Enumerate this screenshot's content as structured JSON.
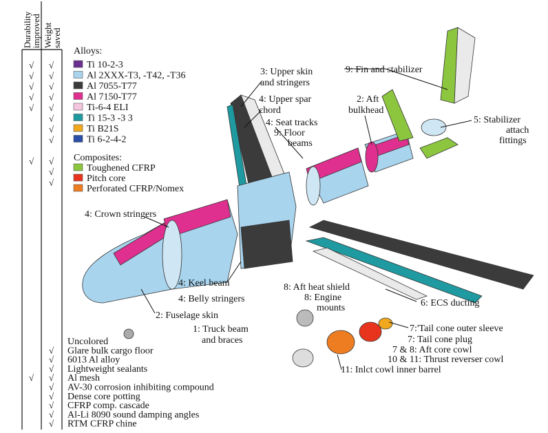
{
  "table": {
    "col1_header_line1": "Durability",
    "col1_header_line2": "improved",
    "col2_header_line1": "Weight",
    "col2_header_line2": "saved",
    "check": "√",
    "rows_top": [
      {
        "d": true,
        "w": true
      },
      {
        "d": true,
        "w": true
      },
      {
        "d": true,
        "w": true
      },
      {
        "d": true,
        "w": true
      },
      {
        "d": true,
        "w": true
      },
      {
        "d": false,
        "w": true
      },
      {
        "d": false,
        "w": true
      },
      {
        "d": false,
        "w": true
      },
      {
        "d": false,
        "w": false
      },
      {
        "d": true,
        "w": true
      },
      {
        "d": false,
        "w": true
      },
      {
        "d": false,
        "w": true
      }
    ],
    "rows_bottom": [
      {
        "d": false,
        "w": false
      },
      {
        "d": false,
        "w": true
      },
      {
        "d": false,
        "w": true
      },
      {
        "d": false,
        "w": true
      },
      {
        "d": true,
        "w": true
      },
      {
        "d": false,
        "w": true
      },
      {
        "d": false,
        "w": true
      },
      {
        "d": false,
        "w": true
      },
      {
        "d": false,
        "w": true
      },
      {
        "d": false,
        "w": true
      }
    ]
  },
  "legend": {
    "alloys_title": "Alloys:",
    "alloys": [
      {
        "label": "Ti 10-2-3",
        "color": "#6b2f8f"
      },
      {
        "label": "Al 2XXX-T3, -T42, -T36",
        "color": "#a9d4ee"
      },
      {
        "label": "Al 7055-T77",
        "color": "#3b3b3b"
      },
      {
        "label": "Al 7150-T77",
        "color": "#e0308f"
      },
      {
        "label": "Ti-6-4 ELI",
        "color": "#f3c6de"
      },
      {
        "label": "Ti 15-3 -3 3",
        "color": "#1e9aa0"
      },
      {
        "label": "Ti B21S",
        "color": "#f2a81d"
      },
      {
        "label": "Ti 6-2-4-2",
        "color": "#2b4fa8"
      }
    ],
    "composites_title": "Composites:",
    "composites": [
      {
        "label": "Toughened CFRP",
        "color": "#8cc63f"
      },
      {
        "label": "Pitch core",
        "color": "#e8341c"
      },
      {
        "label": "Perforated CFRP/Nomex",
        "color": "#ee7d22"
      }
    ]
  },
  "bottom_list": [
    "Uncolored",
    "Glare bulk cargo floor",
    "6013 Al alloy",
    "Lightweight sealants",
    "Al mesh",
    "AV-30 corrosion inhibiting compound",
    "Dense core potting",
    "CFRP comp. cascade",
    "Al-Li 8090 sound damping angles",
    "RTM CFRP chine"
  ],
  "callouts": {
    "upper_skin": [
      "3: Upper skin",
      "and stringers"
    ],
    "upper_spar": [
      "4: Upper spar",
      "chord"
    ],
    "seat_tracks": "4: Seat tracks",
    "floor_beams": [
      "9: Floor",
      "beams"
    ],
    "fin": "9: Fin and stabilizer",
    "aft_bulkhead": [
      "2: Aft",
      "bulkhead"
    ],
    "stab_fittings": [
      "5: Stabilizer",
      "attach",
      "fittings"
    ],
    "crown": "4: Crown stringers",
    "keel": "4: Keel beam",
    "belly": "4: Belly stringers",
    "fuselage_skin": "2: Fuselage skin",
    "truck": [
      "1: Truck beam",
      "and braces"
    ],
    "aft_heat": "8: Aft heat shield",
    "engine_mounts": [
      "8: Engine",
      "mounts"
    ],
    "ecs": "6: ECS ducting",
    "tail_sleeve": "7:'Tail cone outer sleeve",
    "tail_plug": "7: Tail cone plug",
    "aft_core": "7 & 8: Aft core cowl",
    "thrust_rev": "10 & 11:  Thrust reverser cowl",
    "inlet": "11: Inlct cowl inner barrel"
  },
  "colors": {
    "al2xxx": "#a9d4ee",
    "al7150": "#e0308f",
    "al7055": "#3b3b3b",
    "cfrp": "#8cc63f",
    "teal": "#1e9aa0"
  }
}
